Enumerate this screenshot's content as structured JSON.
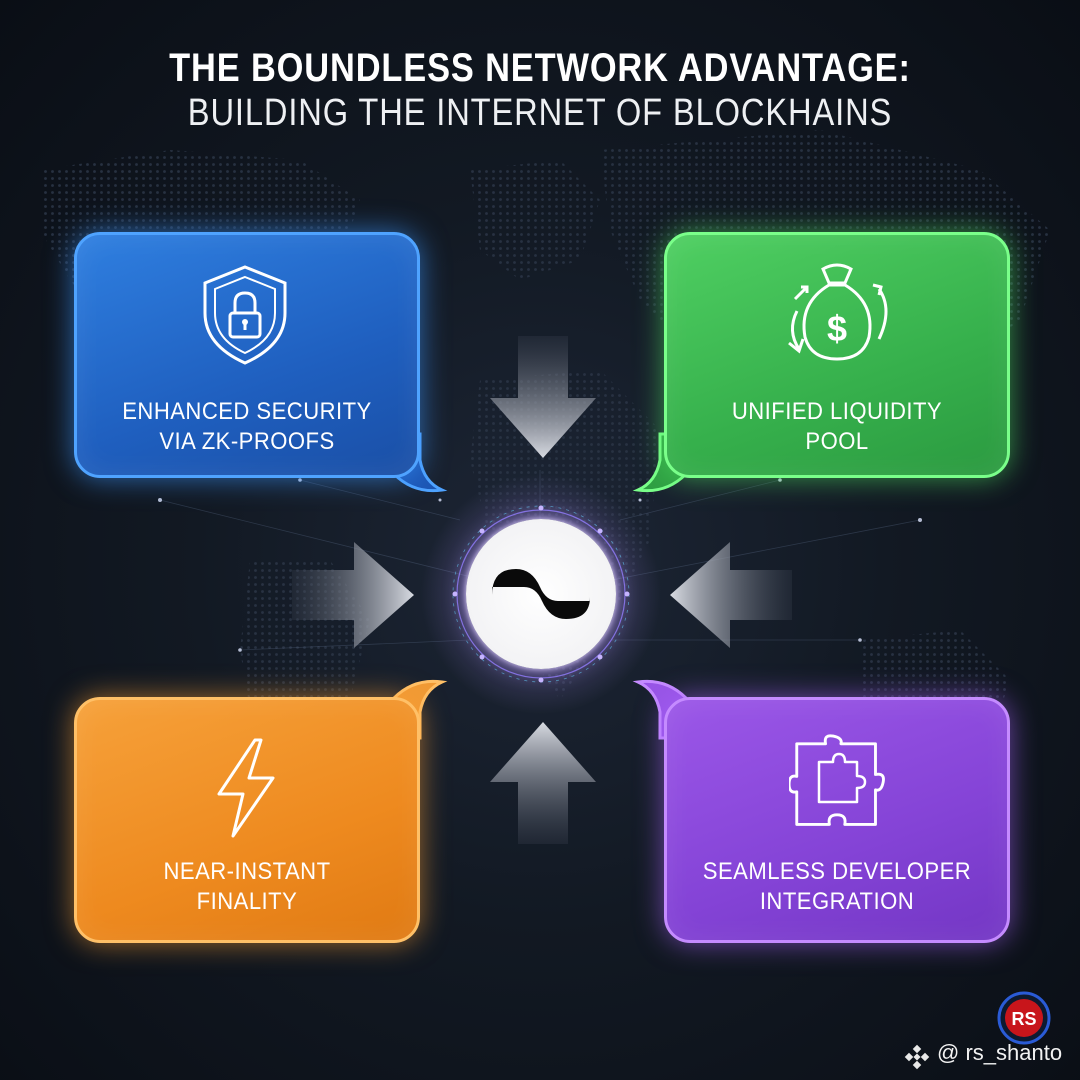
{
  "header": {
    "title_line1": "THE BOUNDLESS NETWORK ADVANTAGE:",
    "title_line2": "BUILDING THE INTERNET OF BLOCKHAINS"
  },
  "cards": [
    {
      "label_line1": "ENHANCED SECURITY",
      "label_line2": "VIA ZK-PROOFS",
      "icon": "shield-lock-icon",
      "color": "#2a74d6"
    },
    {
      "label_line1": "UNIFIED LIQUIDITY",
      "label_line2": "POOL",
      "icon": "money-bag-icon",
      "color": "#3fbf55"
    },
    {
      "label_line1": "NEAR-INSTANT",
      "label_line2": "FINALITY",
      "icon": "lightning-bolt-icon",
      "color": "#f08d22"
    },
    {
      "label_line1": "SEAMLESS DEVELOPER",
      "label_line2": "INTEGRATION",
      "icon": "puzzle-piece-icon",
      "color": "#8a48da"
    }
  ],
  "hub": {
    "icon": "wave-logo-icon"
  },
  "watermark": {
    "badge_text": "RS",
    "handle": "@ rs_shanto",
    "icon": "binance-diamond-icon"
  }
}
